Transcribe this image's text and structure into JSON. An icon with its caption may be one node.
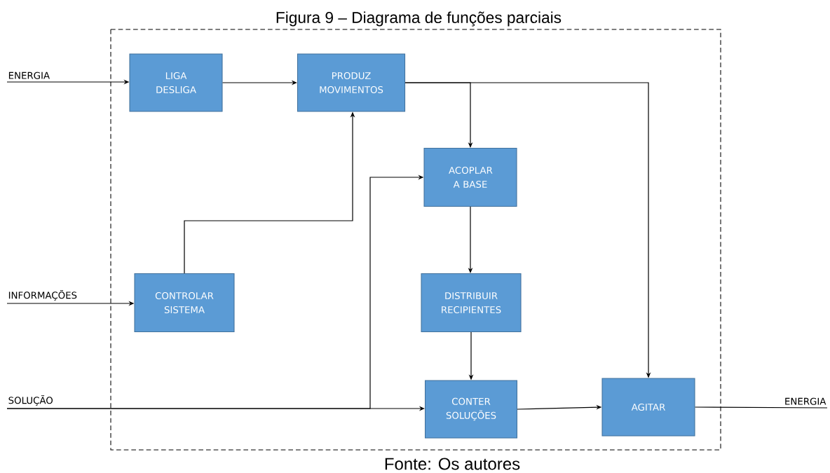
{
  "diagram": {
    "title": "Figura 9 – Diagrama de funções parciais",
    "caption": "Fonte: Os autores",
    "nodes": [
      {
        "text": [
          "ENERGIA"
        ]
      },
      {
        "text": [
          "LIGA DESLIGA"
        ]
      },
      {
        "text": [
          "PRODUZ MOVIMENTOS"
        ]
      },
      {
        "text": [
          "INFORMAÇÕES"
        ]
      },
      {
        "text": [
          "CONTROLAR SISTEMA"
        ]
      },
      {
        "text": [
          "ACOPLAR A BASE"
        ]
      },
      {
        "text": [
          "DISTRIBUIR RECIPIENTES"
        ]
      },
      {
        "text": [
          "SOLUÇÃO"
        ]
      },
      {
        "text": [
          "CONTER SOLUÇÕES"
        ]
      },
      {
        "text": [
          "AGITAR"
        ]
      },
      {
        "text": [
          "ENERGIA"
        ]
      }
    ],
    "edges": [
      {
        "from": 0,
        "to": 1,
        "arrow": "to"
      },
      {
        "from": 1,
        "to": 2,
        "arrow": "to"
      },
      {
        "from": 2,
        "to": 5,
        "arrow": "to"
      },
      {
        "from": 2,
        "to": 9,
        "arrow": "to"
      },
      {
        "from": 3,
        "to": 4,
        "arrow": "to"
      },
      {
        "from": 4,
        "to": 2,
        "arrow": "to"
      },
      {
        "from": 5,
        "to": 6,
        "arrow": "to"
      },
      {
        "from": 6,
        "to": 8,
        "arrow": "to"
      },
      {
        "from": 7,
        "to": 8,
        "arrow": "to"
      },
      {
        "from": 7,
        "to": 5,
        "arrow": "to"
      },
      {
        "from": 8,
        "to": 9,
        "arrow": "to"
      },
      {
        "from": 9,
        "to": 10,
        "arrow": "none"
      }
    ]
  }
}
